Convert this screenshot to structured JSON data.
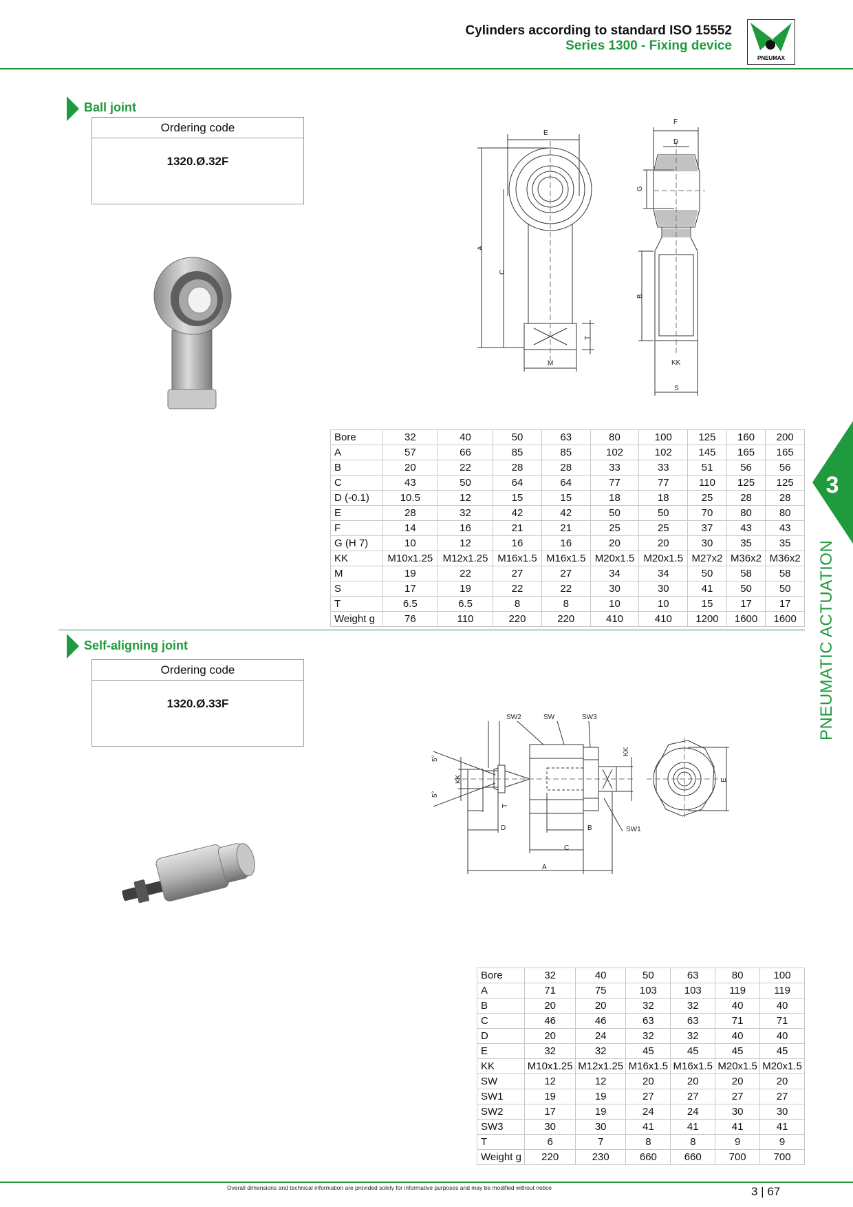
{
  "header": {
    "title": "Cylinders according to standard ISO 15552",
    "subtitle": "Series 1300 - Fixing device",
    "logo_text": "PNEUMAX"
  },
  "colors": {
    "accent": "#1f9a3c",
    "rule": "#1f9a3c"
  },
  "ball_joint": {
    "title": "Ball joint",
    "ordering_label": "Ordering code",
    "ordering_code": "1320.Ø.32F",
    "drawing_labels": {
      "E": "E",
      "F": "F",
      "D": "D",
      "G": "G",
      "A": "A",
      "C": "C",
      "B": "B",
      "T": "T",
      "M": "M",
      "KK": "KK",
      "S": "S"
    },
    "table": {
      "rows": [
        [
          "Bore",
          "32",
          "40",
          "50",
          "63",
          "80",
          "100",
          "125",
          "160",
          "200"
        ],
        [
          "A",
          "57",
          "66",
          "85",
          "85",
          "102",
          "102",
          "145",
          "165",
          "165"
        ],
        [
          "B",
          "20",
          "22",
          "28",
          "28",
          "33",
          "33",
          "51",
          "56",
          "56"
        ],
        [
          "C",
          "43",
          "50",
          "64",
          "64",
          "77",
          "77",
          "110",
          "125",
          "125"
        ],
        [
          "D (-0.1)",
          "10.5",
          "12",
          "15",
          "15",
          "18",
          "18",
          "25",
          "28",
          "28"
        ],
        [
          "E",
          "28",
          "32",
          "42",
          "42",
          "50",
          "50",
          "70",
          "80",
          "80"
        ],
        [
          "F",
          "14",
          "16",
          "21",
          "21",
          "25",
          "25",
          "37",
          "43",
          "43"
        ],
        [
          "G (H 7)",
          "10",
          "12",
          "16",
          "16",
          "20",
          "20",
          "30",
          "35",
          "35"
        ],
        [
          "KK",
          "M10x1.25",
          "M12x1.25",
          "M16x1.5",
          "M16x1.5",
          "M20x1.5",
          "M20x1.5",
          "M27x2",
          "M36x2",
          "M36x2"
        ],
        [
          "M",
          "19",
          "22",
          "27",
          "27",
          "34",
          "34",
          "50",
          "58",
          "58"
        ],
        [
          "S",
          "17",
          "19",
          "22",
          "22",
          "30",
          "30",
          "41",
          "50",
          "50"
        ],
        [
          "T",
          "6.5",
          "6.5",
          "8",
          "8",
          "10",
          "10",
          "15",
          "17",
          "17"
        ],
        [
          "Weight g",
          "76",
          "110",
          "220",
          "220",
          "410",
          "410",
          "1200",
          "1600",
          "1600"
        ]
      ]
    }
  },
  "self_aligning_joint": {
    "title": "Self-aligning joint",
    "ordering_label": "Ordering code",
    "ordering_code": "1320.Ø.33F",
    "drawing_labels": {
      "SW2": "SW2",
      "SW": "SW",
      "SW3": "SW3",
      "SW1": "SW1",
      "KK": "KK",
      "T": "T",
      "D": "D",
      "B": "B",
      "C": "C",
      "A": "A",
      "E": "E",
      "angle": "5°"
    },
    "table": {
      "rows": [
        [
          "Bore",
          "32",
          "40",
          "50",
          "63",
          "80",
          "100"
        ],
        [
          "A",
          "71",
          "75",
          "103",
          "103",
          "119",
          "119"
        ],
        [
          "B",
          "20",
          "20",
          "32",
          "32",
          "40",
          "40"
        ],
        [
          "C",
          "46",
          "46",
          "63",
          "63",
          "71",
          "71"
        ],
        [
          "D",
          "20",
          "24",
          "32",
          "32",
          "40",
          "40"
        ],
        [
          "E",
          "32",
          "32",
          "45",
          "45",
          "45",
          "45"
        ],
        [
          "KK",
          "M10x1.25",
          "M12x1.25",
          "M16x1.5",
          "M16x1.5",
          "M20x1.5",
          "M20x1.5"
        ],
        [
          "SW",
          "12",
          "12",
          "20",
          "20",
          "20",
          "20"
        ],
        [
          "SW1",
          "19",
          "19",
          "27",
          "27",
          "27",
          "27"
        ],
        [
          "SW2",
          "17",
          "19",
          "24",
          "24",
          "30",
          "30"
        ],
        [
          "SW3",
          "30",
          "30",
          "41",
          "41",
          "41",
          "41"
        ],
        [
          "T",
          "6",
          "7",
          "8",
          "8",
          "9",
          "9"
        ],
        [
          "Weight g",
          "220",
          "230",
          "660",
          "660",
          "700",
          "700"
        ]
      ]
    }
  },
  "side_tab": {
    "number": "3",
    "label": "PNEUMATIC ACTUATION"
  },
  "footer": {
    "note": "Overall dimensions and technical information are provided solely for informative purposes and may be modified without notice",
    "page": "3 | 67"
  }
}
